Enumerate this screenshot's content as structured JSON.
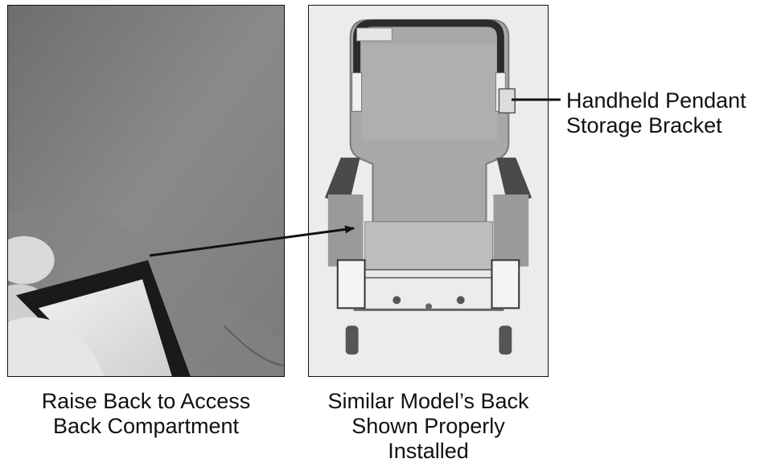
{
  "left_figure": {
    "caption_lines": [
      "Raise Back to Access",
      "Back Compartment"
    ]
  },
  "right_figure": {
    "caption_lines": [
      "Similar Model’s Back",
      "Shown Properly",
      "Installed"
    ]
  },
  "callout": {
    "lines": [
      "Handheld Pendant",
      "Storage Bracket"
    ]
  }
}
